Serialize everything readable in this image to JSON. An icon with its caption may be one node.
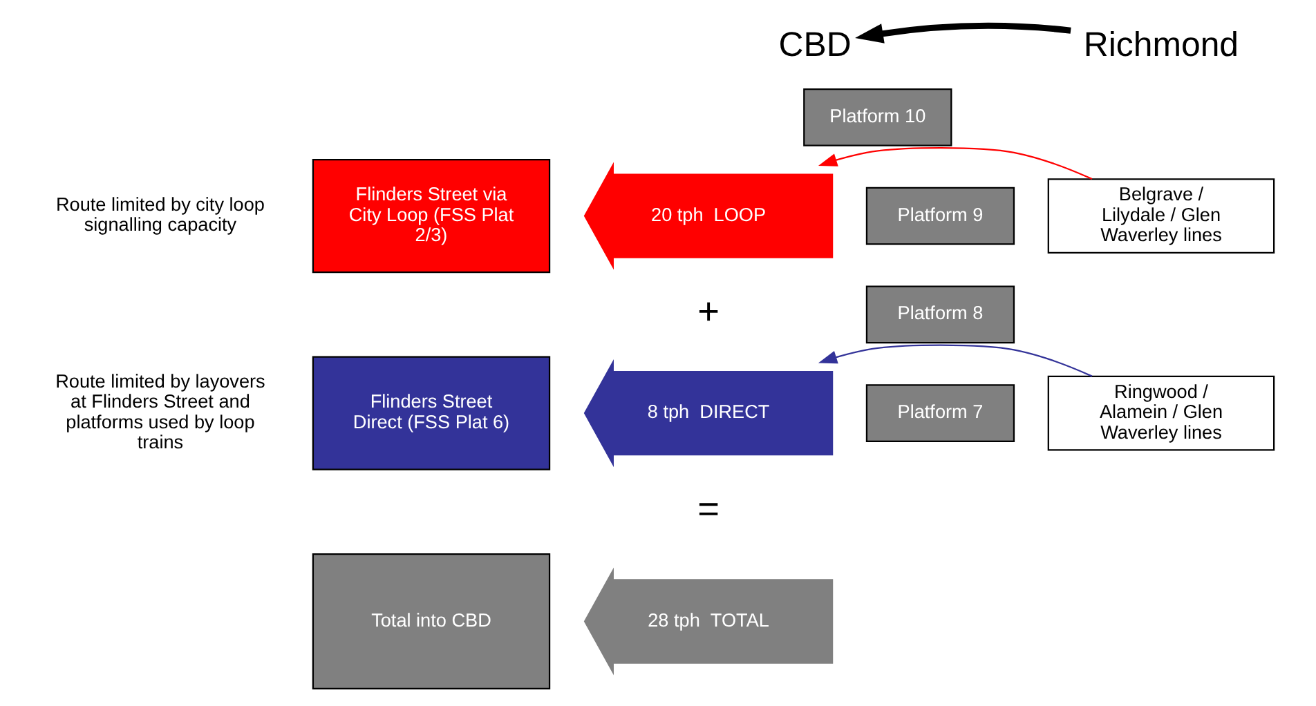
{
  "diagram": {
    "nodes": [
      {
        "text": [
          "CBD"
        ]
      },
      {
        "text": [
          "Richmond"
        ]
      },
      {
        "text": [
          "Flinders Street via City Loop (FSS Plat 2/3)"
        ],
        "beside": [
          "Route limited by city loop signalling capacity"
        ]
      },
      {
        "text": [
          "Flinders Street Direct (FSS Plat 6)"
        ],
        "beside": [
          "Route limited by layovers at Flinders Street and platforms used by loop trains"
        ]
      },
      {
        "text": [
          "Total into CBD"
        ]
      },
      {
        "text": [
          "20 tph  LOOP"
        ]
      },
      {
        "text": [
          "8 tph  DIRECT"
        ]
      },
      {
        "text": [
          "28 tph  TOTAL"
        ]
      },
      {
        "text": [
          "Platform 10"
        ]
      },
      {
        "text": [
          "Platform 9"
        ]
      },
      {
        "text": [
          "Platform 8"
        ]
      },
      {
        "text": [
          "Platform 7"
        ]
      },
      {
        "text": [
          "Belgrave / Lilydale / Glen Waverley lines"
        ]
      },
      {
        "text": [
          "Ringwood / Alamein / Glen Waverley lines"
        ]
      }
    ],
    "edges": [
      {
        "from": 1,
        "to": 0,
        "arrow": "to",
        "style": "thick",
        "color": "#000000"
      },
      {
        "from": 12,
        "to": 5,
        "arrow": "to",
        "color": "#ff0000"
      },
      {
        "from": 13,
        "to": 6,
        "arrow": "to",
        "color": "#333399"
      }
    ],
    "labels": [
      "+",
      "="
    ]
  }
}
